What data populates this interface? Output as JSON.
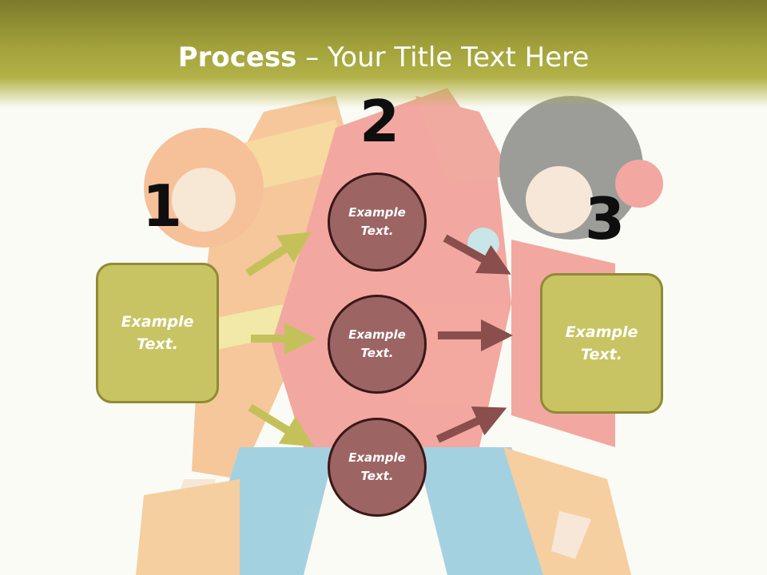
{
  "title": {
    "bold": "Process",
    "rest": " – Your Title Text Here"
  },
  "steps": {
    "one": "1",
    "two": "2",
    "three": "3"
  },
  "left_box": {
    "line1": "Example",
    "line2": "Text."
  },
  "right_box": {
    "line1": "Example",
    "line2": "Text."
  },
  "circles": [
    {
      "line1": "Example",
      "line2": "Text."
    },
    {
      "line1": "Example",
      "line2": "Text."
    },
    {
      "line1": "Example",
      "line2": "Text."
    }
  ],
  "colors": {
    "header": "#a3a23b",
    "box_fill": "#c9c463",
    "box_border": "#8f8b36",
    "circle_fill": "#9c6462",
    "circle_border": "#3b1717",
    "arrow_left": "#c5c15a",
    "arrow_right": "#8a4e4c"
  }
}
